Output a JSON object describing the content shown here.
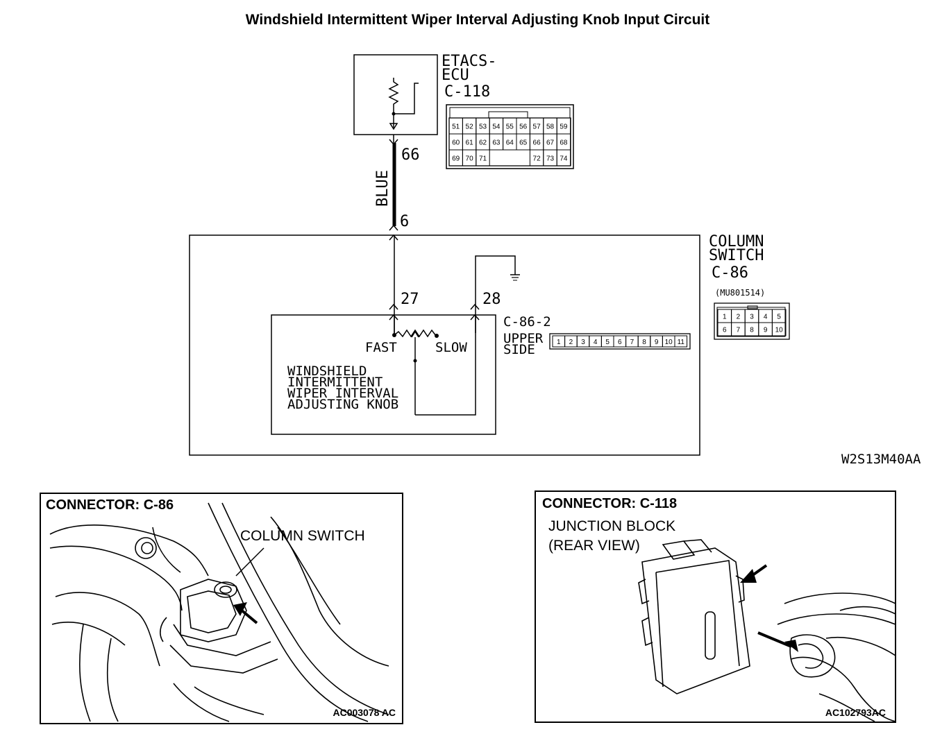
{
  "title": "Windshield Intermittent Wiper Interval Adjusting Knob Input Circuit",
  "ecu": {
    "name_line1": "ETACS-",
    "name_line2": "ECU",
    "connector": "C-118",
    "pins_row1": [
      "51",
      "52",
      "53",
      "54",
      "55",
      "56",
      "57",
      "58",
      "59"
    ],
    "pins_row2": [
      "60",
      "61",
      "62",
      "63",
      "64",
      "65",
      "66",
      "67",
      "68"
    ],
    "pins_row3_left": [
      "69",
      "70",
      "71"
    ],
    "pins_row3_right": [
      "72",
      "73",
      "74"
    ]
  },
  "wire": {
    "color_label": "BLUE",
    "pin_top": "66",
    "pin_bottom": "6"
  },
  "column_switch": {
    "name_line1": "COLUMN",
    "name_line2": "SWITCH",
    "connector": "C-86",
    "part_number": "(MU801514)",
    "pins_row1": [
      "1",
      "2",
      "3",
      "4",
      "5"
    ],
    "pins_row2": [
      "6",
      "7",
      "8",
      "9",
      "10"
    ]
  },
  "knob": {
    "pin_left": "27",
    "pin_right": "28",
    "fast_label": "FAST",
    "slow_label": "SLOW",
    "name_line1": "WINDSHIELD",
    "name_line2": "INTERMITTENT",
    "name_line3": "WIPER INTERVAL",
    "name_line4": "ADJUSTING KNOB"
  },
  "subconnector": {
    "name": "C-86-2",
    "side_line1": "UPPER",
    "side_line2": "SIDE",
    "pins": [
      "1",
      "2",
      "3",
      "4",
      "5",
      "6",
      "7",
      "8",
      "9",
      "10",
      "11"
    ]
  },
  "diagram_code": "W2S13M40AA",
  "panel_left": {
    "title": "CONNECTOR: C-86",
    "label": "COLUMN SWITCH",
    "code": "AC003078 AC"
  },
  "panel_right": {
    "title": "CONNECTOR: C-118",
    "label_line1": "JUNCTION BLOCK",
    "label_line2": "(REAR VIEW)",
    "code": "AC102793AC"
  }
}
